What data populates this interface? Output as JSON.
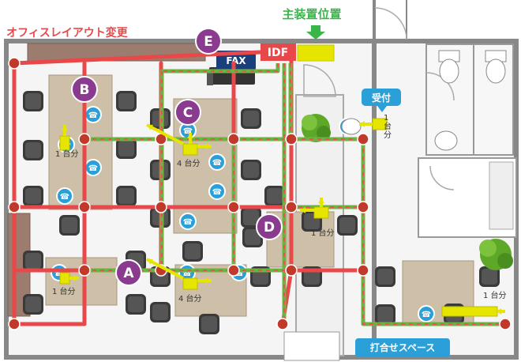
{
  "header": {
    "title": "オフィスレイアウト変更"
  },
  "labels": {
    "main_equipment": "主装置位置",
    "idf": "IDF",
    "fax": "FAX",
    "reception": "受付",
    "meeting_space": "打合せスペース",
    "unit_reception": "1\n台\n分",
    "unit_b": "1 台分",
    "unit_c": "4 台分",
    "unit_d": "1 台分",
    "unit_a_left": "1 台分",
    "unit_a": "4 台分",
    "unit_meeting": "1 台分"
  },
  "markers": [
    "A",
    "B",
    "C",
    "D",
    "E"
  ],
  "colors": {
    "wall": "#777777",
    "room_bg": "#f2f2f2",
    "grid_red": "#e8484a",
    "node": "#c0392b",
    "cable_green": "#6db33f",
    "cable_red": "#e05757",
    "marker": "#8a3b8f",
    "desk": "#cdbfa8",
    "chair": "#3a3a3a",
    "phone": "#2a9fd8",
    "equip_yellow": "#e5e500",
    "title_red": "#e8484a",
    "main_green": "#39b54a",
    "reception_blue": "#2a9fd8",
    "shelf": "#9b7c6e"
  },
  "icons": [
    "phone-icon",
    "chair-icon",
    "plant-icon",
    "toilet-icon",
    "fax-machine-icon",
    "arrow-down-icon"
  ]
}
